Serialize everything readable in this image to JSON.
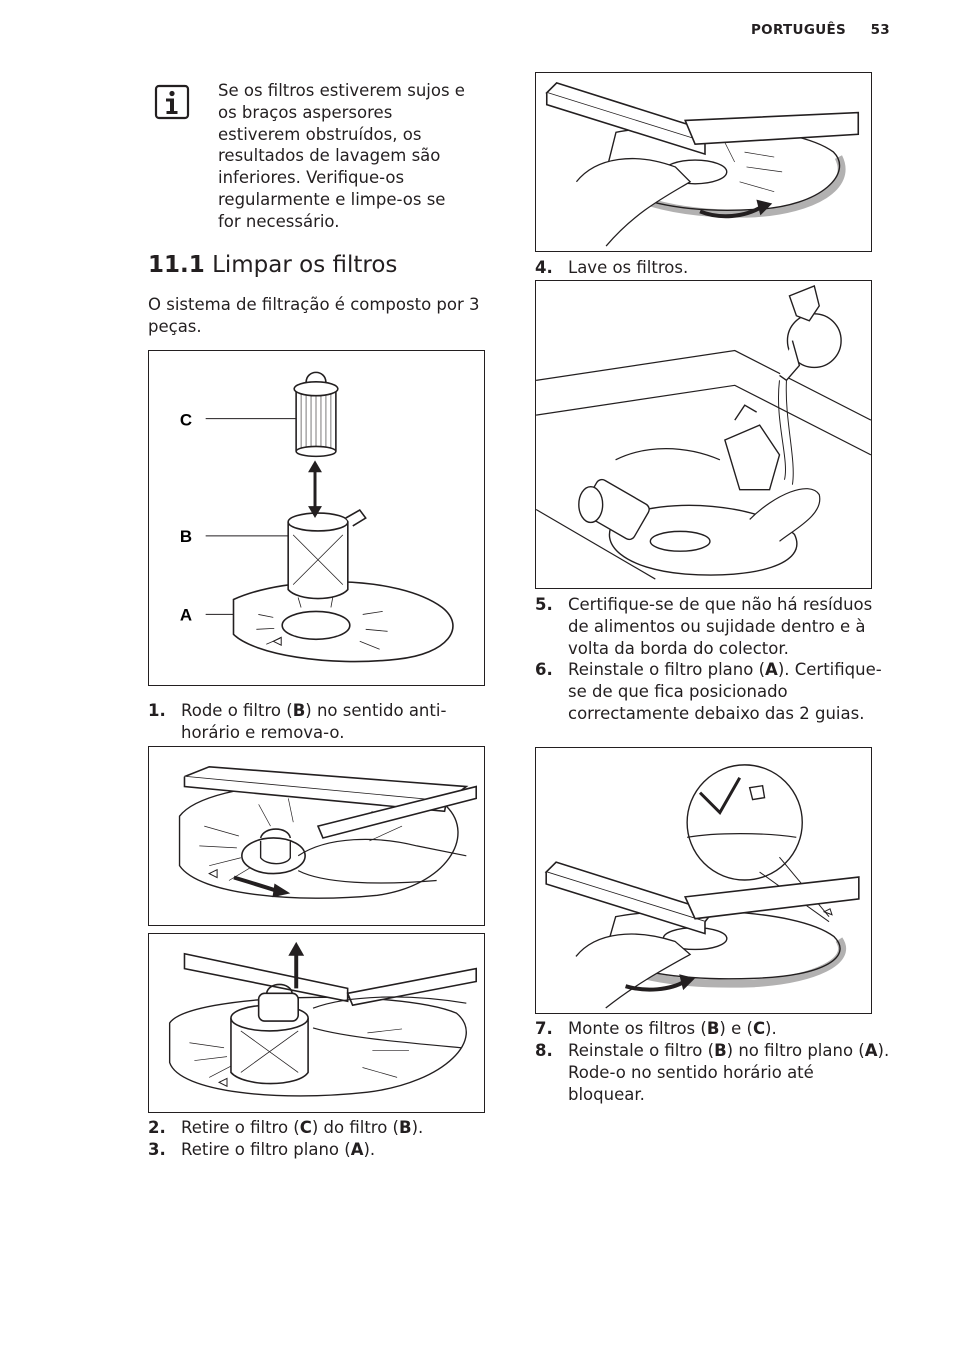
{
  "header": {
    "language": "PORTUGUÊS",
    "page_number": "53"
  },
  "note": {
    "icon": "info-icon",
    "text": "Se os filtros estiverem sujos e os braços aspersores estiverem obstruídos, os resultados de lavagem são inferiores. Verifique-os regularmente e limpe-os se for necessário."
  },
  "section": {
    "number": "11.1",
    "title": "Limpar os filtros"
  },
  "intro": "O sistema de filtração é composto por 3 peças.",
  "figure_labels": {
    "c": "C",
    "b": "B",
    "a": "A"
  },
  "steps": [
    {
      "n": "1.",
      "pre": "Rode o filtro (",
      "b1": "B",
      "mid": ") no sentido anti-horário e remova-o.",
      "b2": "",
      "post": ""
    },
    {
      "n": "2.",
      "pre": "Retire o filtro (",
      "b1": "C",
      "mid": ") do filtro (",
      "b2": "B",
      "post": ")."
    },
    {
      "n": "3.",
      "pre": "Retire o filtro plano (",
      "b1": "A",
      "mid": ").",
      "b2": "",
      "post": ""
    },
    {
      "n": "4.",
      "pre": "Lave os filtros.",
      "b1": "",
      "mid": "",
      "b2": "",
      "post": ""
    },
    {
      "n": "5.",
      "pre": "Certifique-se de que não há resíduos de alimentos ou sujidade dentro e à volta da borda do colector.",
      "b1": "",
      "mid": "",
      "b2": "",
      "post": ""
    },
    {
      "n": "6.",
      "pre": "Reinstale o filtro plano (",
      "b1": "A",
      "mid": "). Certifique-se de que fica posicionado correctamente debaixo das 2 guias.",
      "b2": "",
      "post": ""
    },
    {
      "n": "7.",
      "pre": "Monte os filtros (",
      "b1": "B",
      "mid": ") e (",
      "b2": "C",
      "post": ")."
    },
    {
      "n": "8.",
      "pre": "Reinstale o filtro (",
      "b1": "B",
      "mid": ") no filtro plano (",
      "b2": "A",
      "post": "). Rode-o no sentido horário até bloquear."
    }
  ]
}
